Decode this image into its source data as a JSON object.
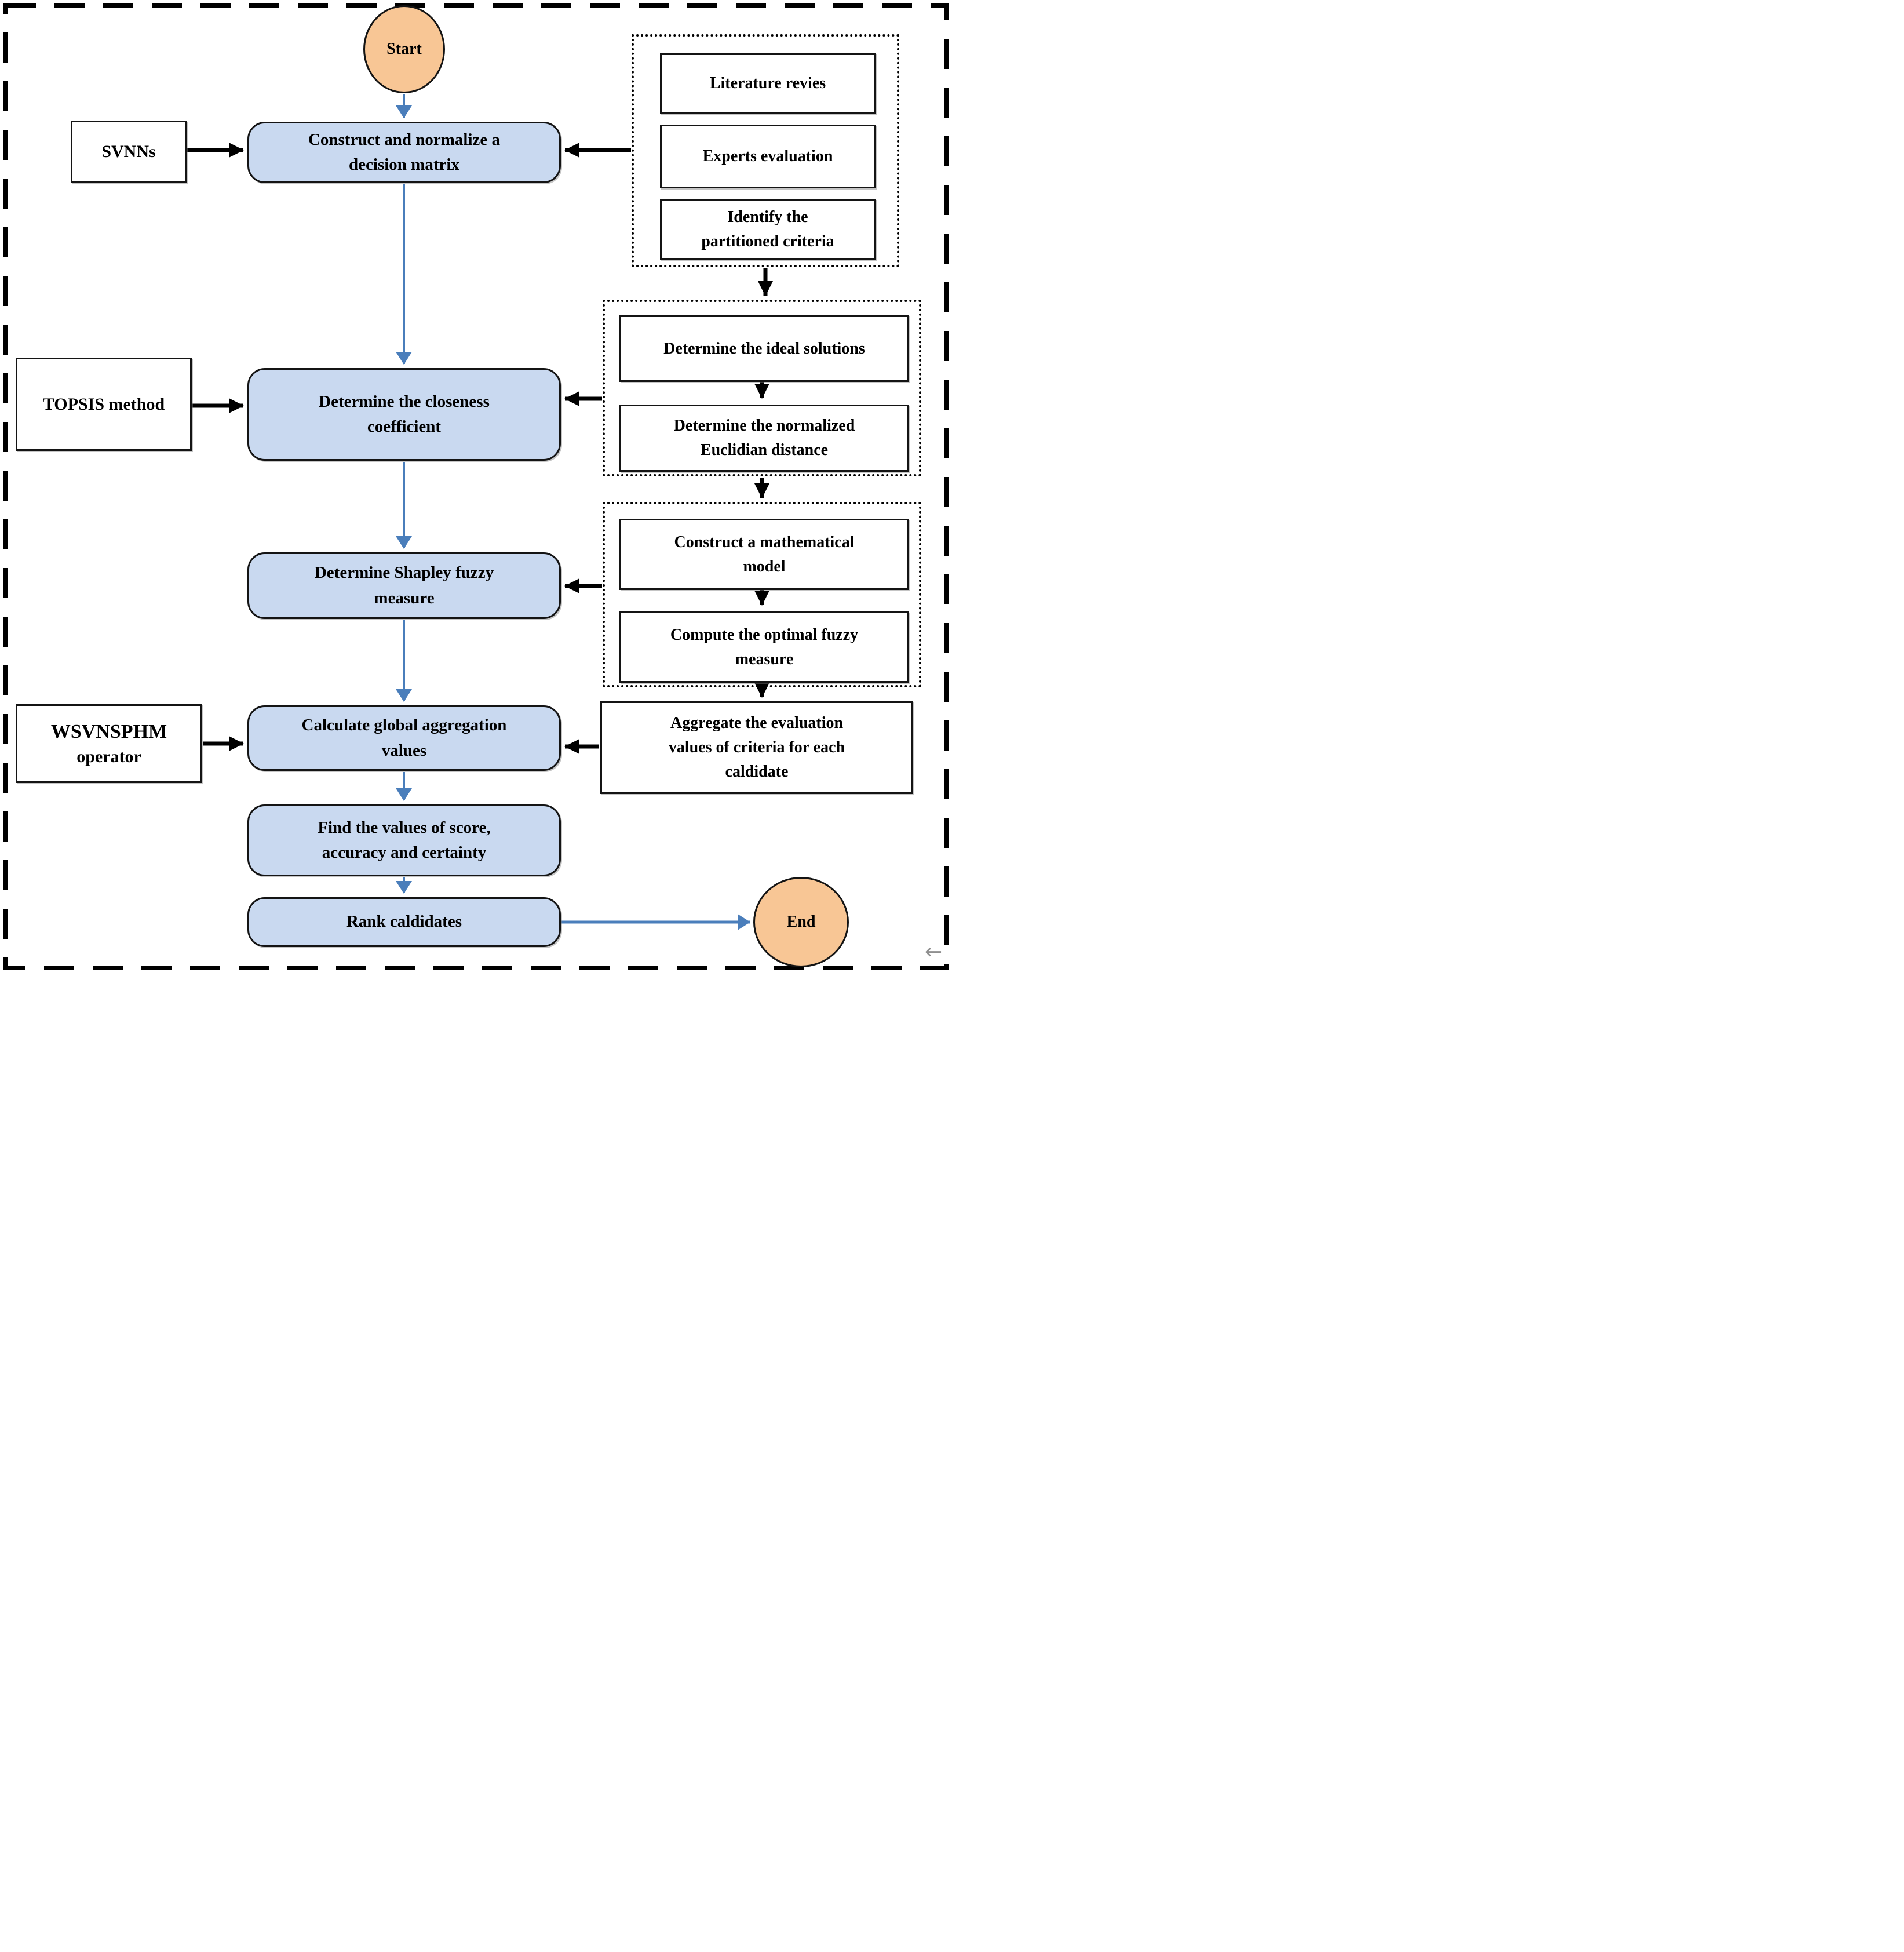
{
  "colors": {
    "process_fill": "#c9d9f0",
    "terminal_fill": "#f8c695",
    "flow_arrow_blue": "#4a7ebb",
    "connector_black": "#000000",
    "border_dashed": "#000000"
  },
  "nodes": {
    "start": "Start",
    "end": "End",
    "svnns": "SVNNs",
    "topsis": "TOPSIS method",
    "wsvnsphm_line1": "WSVNSPHM",
    "wsvnsphm_line2": "operator",
    "construct": "Construct and normalize a\ndecision matrix",
    "closeness": "Determine the closeness\ncoefficient",
    "shapley": "Determine Shapley fuzzy\nmeasure",
    "calculate": "Calculate global aggregation\nvalues",
    "find": "Find the values of score,\naccuracy and certainty",
    "rank": "Rank caldidates",
    "literature": "Literature revies",
    "experts": "Experts evaluation",
    "identify": "Identify the\npartitioned criteria",
    "ideal": "Determine the ideal solutions",
    "euclidian": "Determine the normalized\nEuclidian distance",
    "math_model": "Construct a mathematical\nmodel",
    "optimal_fuzzy": "Compute the optimal fuzzy\nmeasure",
    "aggregate": "Aggregate the evaluation\nvalues of criteria for each\ncaldidate"
  },
  "misc": {
    "back_arrow_glyph": "←"
  }
}
